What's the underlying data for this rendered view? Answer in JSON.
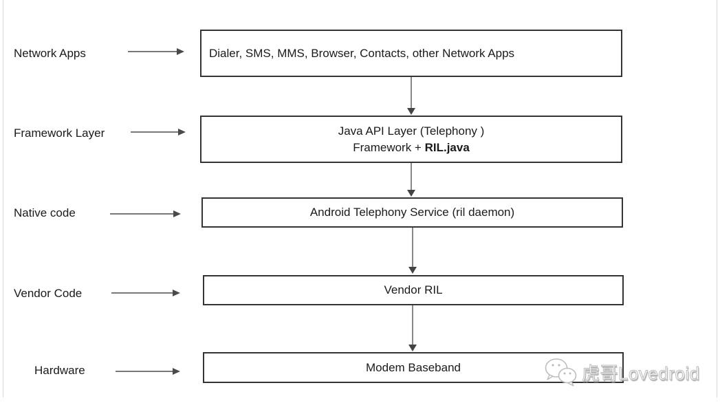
{
  "diagram": {
    "rows": [
      {
        "label": "Network Apps",
        "box_text": "Dialer, SMS, MMS, Browser, Contacts, other Network Apps"
      },
      {
        "label": "Framework Layer",
        "box_line1": "Java API Layer (Telephony )",
        "box_line2_prefix": "Framework + ",
        "box_line2_bold": "RIL.java"
      },
      {
        "label": "Native code",
        "box_text": "Android Telephony Service (ril daemon)"
      },
      {
        "label": "Vendor Code",
        "box_text": "Vendor RIL"
      },
      {
        "label": "Hardware",
        "box_text": "Modem Baseband"
      }
    ]
  },
  "watermark": {
    "icon": "wechat-icon",
    "text": "虎哥Lovedroid"
  },
  "colors": {
    "box_border": "#333333",
    "arrow_line": "#777777",
    "arrow_head": "#4a4a4a",
    "text": "#1a1a1a",
    "page_edge": "#d9d9d9",
    "watermark_fill": "#ffffff",
    "watermark_outline": "#bdbdbd"
  }
}
